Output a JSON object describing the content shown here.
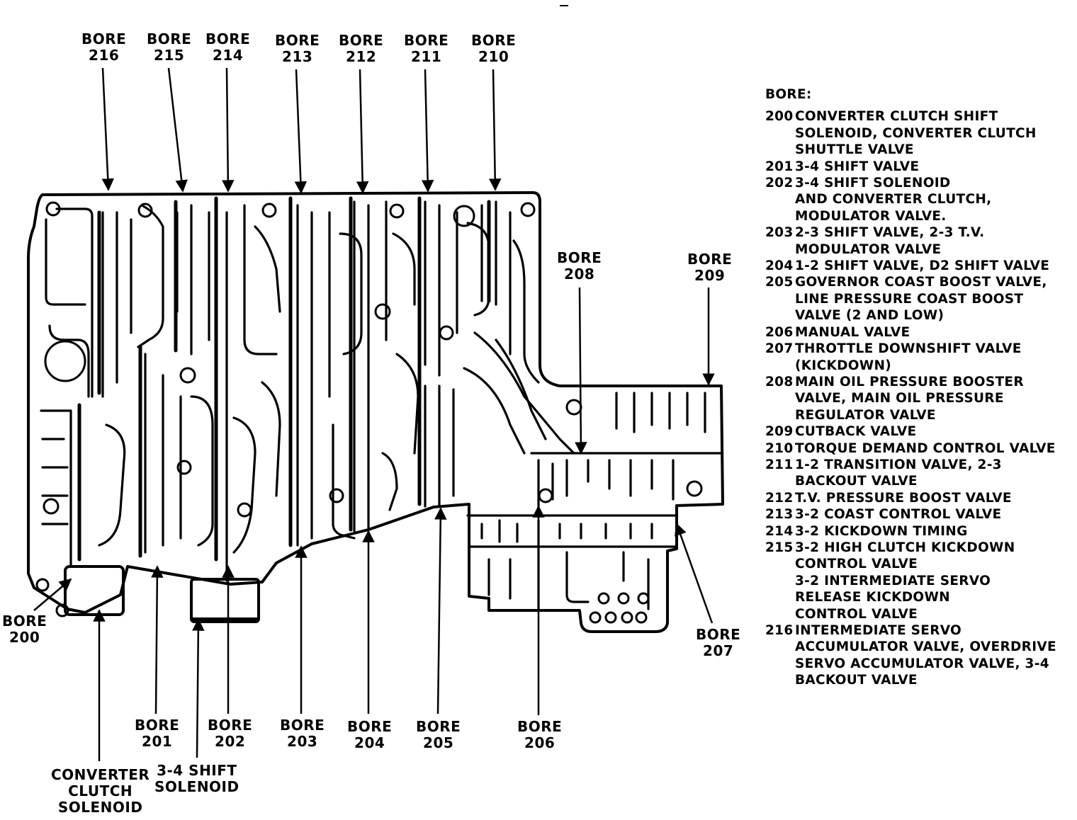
{
  "labels": {
    "b216": [
      "BORE",
      "216"
    ],
    "b215": [
      "BORE",
      "215"
    ],
    "b214": [
      "BORE",
      "214"
    ],
    "b213": [
      "BORE",
      "213"
    ],
    "b212": [
      "BORE",
      "212"
    ],
    "b211": [
      "BORE",
      "211"
    ],
    "b210": [
      "BORE",
      "210"
    ],
    "b208": [
      "BORE",
      "208"
    ],
    "b209": [
      "BORE",
      "209"
    ],
    "b200": [
      "BORE",
      "200"
    ],
    "b201": [
      "BORE",
      "201"
    ],
    "b202": [
      "BORE",
      "202"
    ],
    "b203": [
      "BORE",
      "203"
    ],
    "b204": [
      "BORE",
      "204"
    ],
    "b205": [
      "BORE",
      "205"
    ],
    "b206": [
      "BORE",
      "206"
    ],
    "b207": [
      "BORE",
      "207"
    ],
    "converter_clutch_solenoid": [
      "CONVERTER",
      "CLUTCH",
      "SOLENOID"
    ],
    "shift_solenoid_34": [
      "3-4 SHIFT",
      "SOLENOID"
    ]
  },
  "legend": {
    "header": "BORE:",
    "entries": [
      {
        "num": "200",
        "lines": [
          "CONVERTER CLUTCH SHIFT",
          "SOLENOID, CONVERTER CLUTCH",
          "SHUTTLE VALVE"
        ]
      },
      {
        "num": "201",
        "lines": [
          "3-4 SHIFT VALVE"
        ]
      },
      {
        "num": "202",
        "lines": [
          "3-4 SHIFT SOLENOID",
          "AND CONVERTER CLUTCH,",
          "MODULATOR VALVE."
        ]
      },
      {
        "num": "203",
        "lines": [
          "2-3 SHIFT VALVE, 2-3 T.V.",
          "MODULATOR VALVE"
        ]
      },
      {
        "num": "204",
        "lines": [
          "1-2 SHIFT VALVE, D2 SHIFT VALVE"
        ]
      },
      {
        "num": "205",
        "lines": [
          "GOVERNOR COAST BOOST VALVE,",
          "LINE PRESSURE COAST BOOST",
          "VALVE (2 AND LOW)"
        ]
      },
      {
        "num": "206",
        "lines": [
          "MANUAL VALVE"
        ]
      },
      {
        "num": "207",
        "lines": [
          "THROTTLE DOWNSHIFT VALVE",
          "(KICKDOWN)"
        ]
      },
      {
        "num": "208",
        "lines": [
          "MAIN OIL PRESSURE BOOSTER",
          "VALVE, MAIN OIL PRESSURE",
          "REGULATOR VALVE"
        ]
      },
      {
        "num": "209",
        "lines": [
          "CUTBACK VALVE"
        ]
      },
      {
        "num": "210",
        "lines": [
          "TORQUE DEMAND CONTROL VALVE"
        ]
      },
      {
        "num": "211",
        "lines": [
          "1-2 TRANSITION VALVE, 2-3",
          "BACKOUT VALVE"
        ]
      },
      {
        "num": "212",
        "lines": [
          "T.V. PRESSURE BOOST VALVE"
        ]
      },
      {
        "num": "213",
        "lines": [
          "3-2 COAST CONTROL VALVE"
        ]
      },
      {
        "num": "214",
        "lines": [
          "3-2 KICKDOWN TIMING"
        ]
      },
      {
        "num": "215",
        "lines": [
          "3-2 HIGH CLUTCH KICKDOWN",
          "CONTROL VALVE",
          "3-2 INTERMEDIATE SERVO",
          "RELEASE KICKDOWN",
          "CONTROL VALVE"
        ]
      },
      {
        "num": "216",
        "lines": [
          "INTERMEDIATE SERVO",
          "ACCUMULATOR VALVE, OVERDRIVE",
          "SERVO ACCUMULATOR VALVE, 3-4",
          "BACKOUT VALVE"
        ]
      }
    ]
  }
}
